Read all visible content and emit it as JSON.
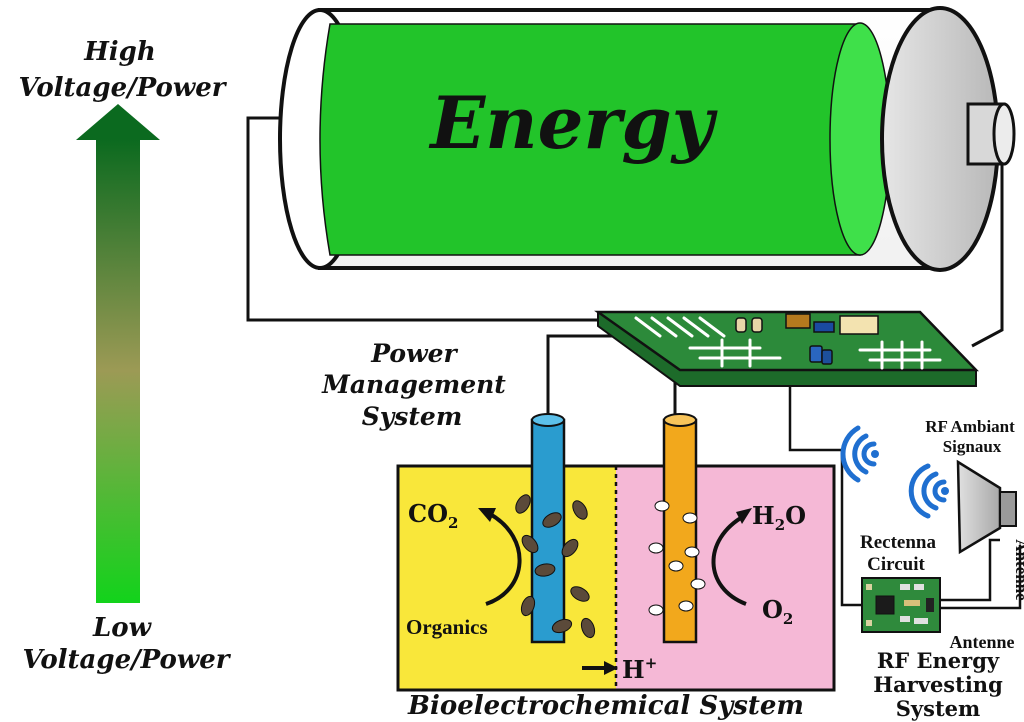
{
  "scale": {
    "top_label_line1": "High",
    "top_label_line2": "Voltage/Power",
    "bottom_label_line1": "Low",
    "bottom_label_line2": "Voltage/Power",
    "colors": {
      "top": "#0b6a1f",
      "middle": "#9c9a55",
      "bottom": "#12d31b"
    }
  },
  "battery": {
    "label": "Energy",
    "colors": {
      "fill": "#22c42a",
      "fill_light": "#3fe04a",
      "shell": "#ffffff",
      "cap": "#cfcfcf"
    }
  },
  "pms": {
    "line1": "Power",
    "line2": "Management",
    "line3": "System",
    "board_color": "#2c8a3a"
  },
  "bes": {
    "label": "Bioelectrochemical System",
    "anode_side_color": "#f9e73a",
    "cathode_side_color": "#f5b8d6",
    "anode_color": "#2a9ccf",
    "cathode_color": "#f2a81c",
    "co2": "CO",
    "co2_sub": "2",
    "organics": "Organics",
    "h2o_prefix": "H",
    "h2o_sub": "2",
    "h2o_suffix": "O",
    "o2": "O",
    "o2_sub": "2",
    "hplus": "H",
    "hplus_sup": "+"
  },
  "rf": {
    "signals_line1": "RF Ambiant",
    "signals_line2": "Signaux",
    "rectenna_line1": "Rectenna",
    "rectenna_line2": "Circuit",
    "antenna_side": "Antenne",
    "antenna_bottom": "Antenne",
    "system_line1": "RF Energy",
    "system_line2": "Harvesting",
    "system_line3": "System",
    "wave_color": "#1f6fd0"
  }
}
